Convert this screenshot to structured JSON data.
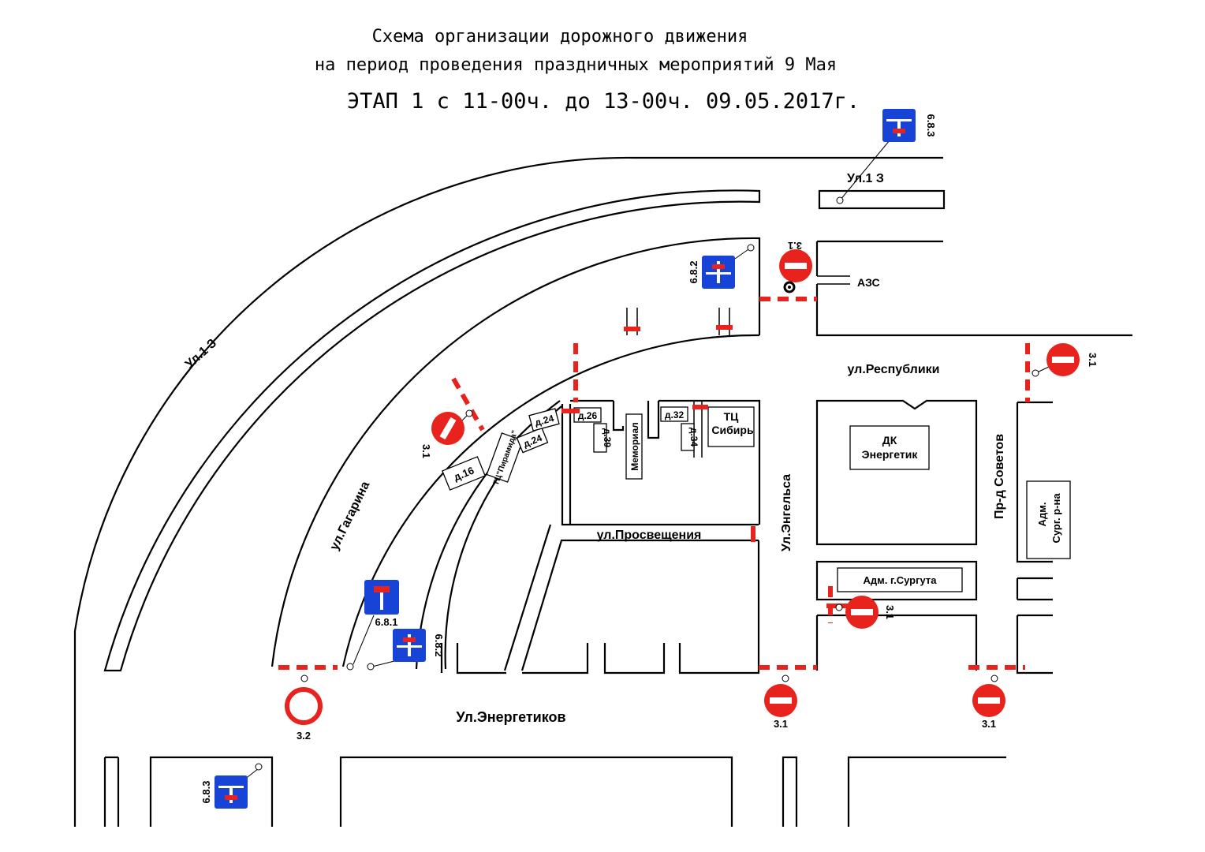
{
  "header": {
    "line1": "Схема организации дорожного движения",
    "line2": "на период проведения праздничных мероприятий 9 Мая",
    "line3": "ЭТАП 1 с 11-00ч. до 13-00ч. 09.05.2017г."
  },
  "streets": {
    "ul13_top": "Ул.1 З",
    "ul13_arc": "Ул.1 З",
    "respubliki": "ул.Республики",
    "gagarina": "ул.Гагарина",
    "prosvescheniya": "ул.Просвещения",
    "engelsa": "Ул.Энгельса",
    "sovetov": "Пр-д Советов",
    "energetikov": "Ул.Энергетиков"
  },
  "buildings": {
    "azs": "АЗС",
    "dk_line1": "ДК",
    "dk_line2": "Энергетик",
    "tc_line1": "ТЦ",
    "tc_line2": "Сибирь",
    "memorial": "Мемориал",
    "d16": "д.16",
    "d24a": "д.24",
    "d24b": "д.24",
    "d26": "д.26",
    "d39": "д.39",
    "d32": "д.32",
    "d34": "д.34",
    "tc_piramida": "ТЦ\"Пирамида\"",
    "adm_surguta": "Адм.  г.Сургута",
    "adm_rn_line1": "Адм.",
    "adm_rn_line2": "Сург. р-на"
  },
  "signs": {
    "s683_top": "6.8.3",
    "s682_top": "6.8.2",
    "s31_azs": "3.1",
    "s31_respubliki": "3.1",
    "s31_gagarina": "3.1",
    "s681": "6.8.1",
    "s682_bottom": "6.8.2",
    "s32": "3.2",
    "s31_engelsa": "3.1",
    "s31_sovetov": "3.1",
    "s31_adm": "3.1",
    "s683_bottom": "6.8.3"
  },
  "colors": {
    "barrier": "#e8221d",
    "sign_red": "#e8221d",
    "sign_blue": "#1744d6"
  }
}
